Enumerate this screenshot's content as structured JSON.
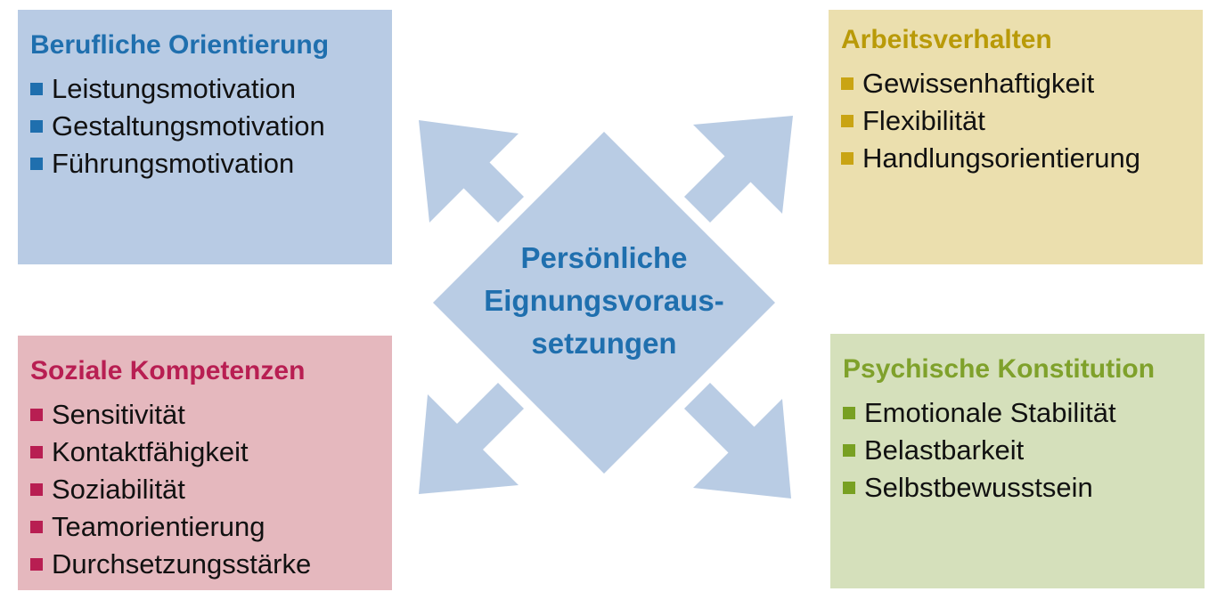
{
  "center": {
    "lines": [
      "Persönliche",
      "Eignungsvoraus-",
      "setzungen"
    ]
  },
  "colors": {
    "arrow": "#b9cce4",
    "blue": "#1f6fae",
    "gold": "#b99a08",
    "crimson": "#b81e52",
    "green": "#7fa12b"
  },
  "boxes": {
    "top_left": {
      "title": "Berufliche Orientierung",
      "items": [
        "Leistungsmotivation",
        "Gestaltungsmotivation",
        "Führungsmotivation"
      ]
    },
    "top_right": {
      "title": "Arbeitsverhalten",
      "items": [
        "Gewissenhaftigkeit",
        "Flexibilität",
        "Handlungsorientierung"
      ]
    },
    "bottom_left": {
      "title": "Soziale Kompetenzen",
      "items": [
        "Sensitivität",
        "Kontaktfähigkeit",
        "Soziabilität",
        "Teamorientierung",
        "Durchsetzungsstärke"
      ]
    },
    "bottom_right": {
      "title": "Psychische Konstitution",
      "items": [
        "Emotionale Stabilität",
        "Belastbarkeit",
        "Selbstbewusstsein"
      ]
    }
  }
}
